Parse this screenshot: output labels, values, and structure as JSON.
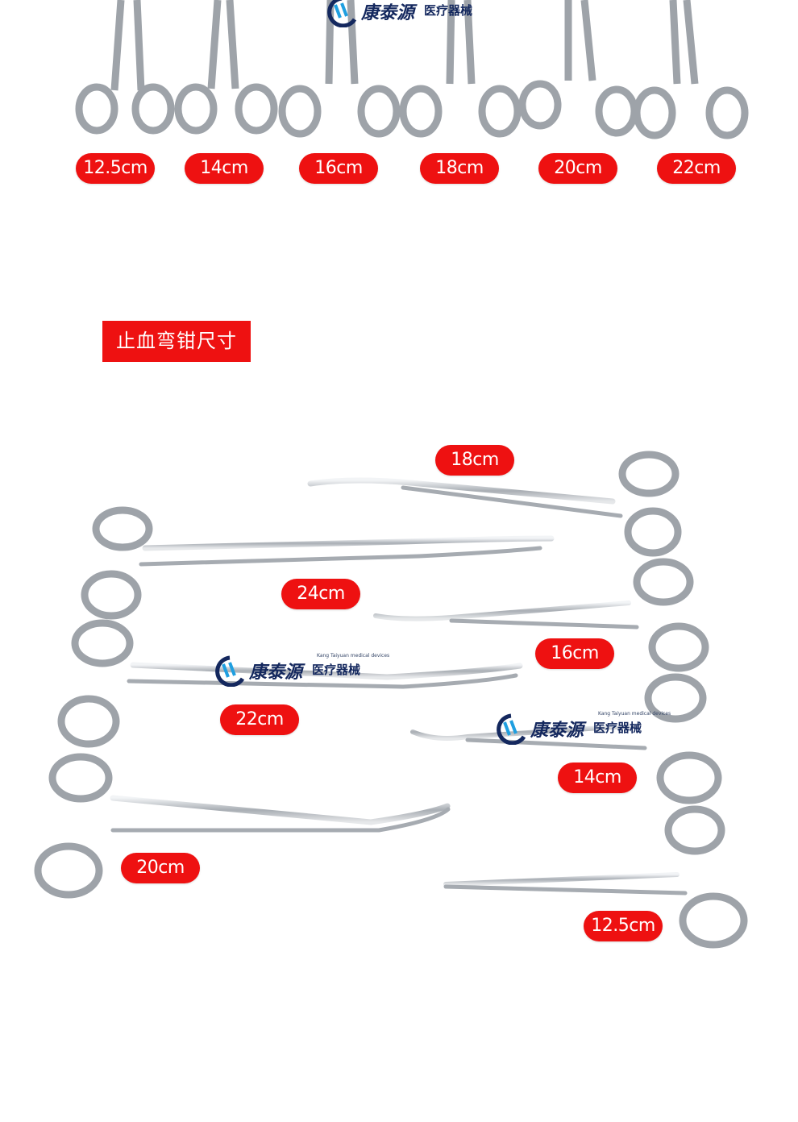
{
  "brand": {
    "name": "康泰源",
    "subtitle": "医疗器械",
    "tagline": "Kang Taiyuan medical devices",
    "color": "#14285e"
  },
  "accent_color": "#ee1111",
  "top_sizes": [
    "12.5cm",
    "14cm",
    "16cm",
    "18cm",
    "20cm",
    "22cm"
  ],
  "section_title": "止血弯钳尺寸",
  "bottom_labels": {
    "l18": "18cm",
    "l24": "24cm",
    "l16": "16cm",
    "l22": "22cm",
    "l14": "14cm",
    "l20": "20cm",
    "l125": "12.5cm"
  }
}
